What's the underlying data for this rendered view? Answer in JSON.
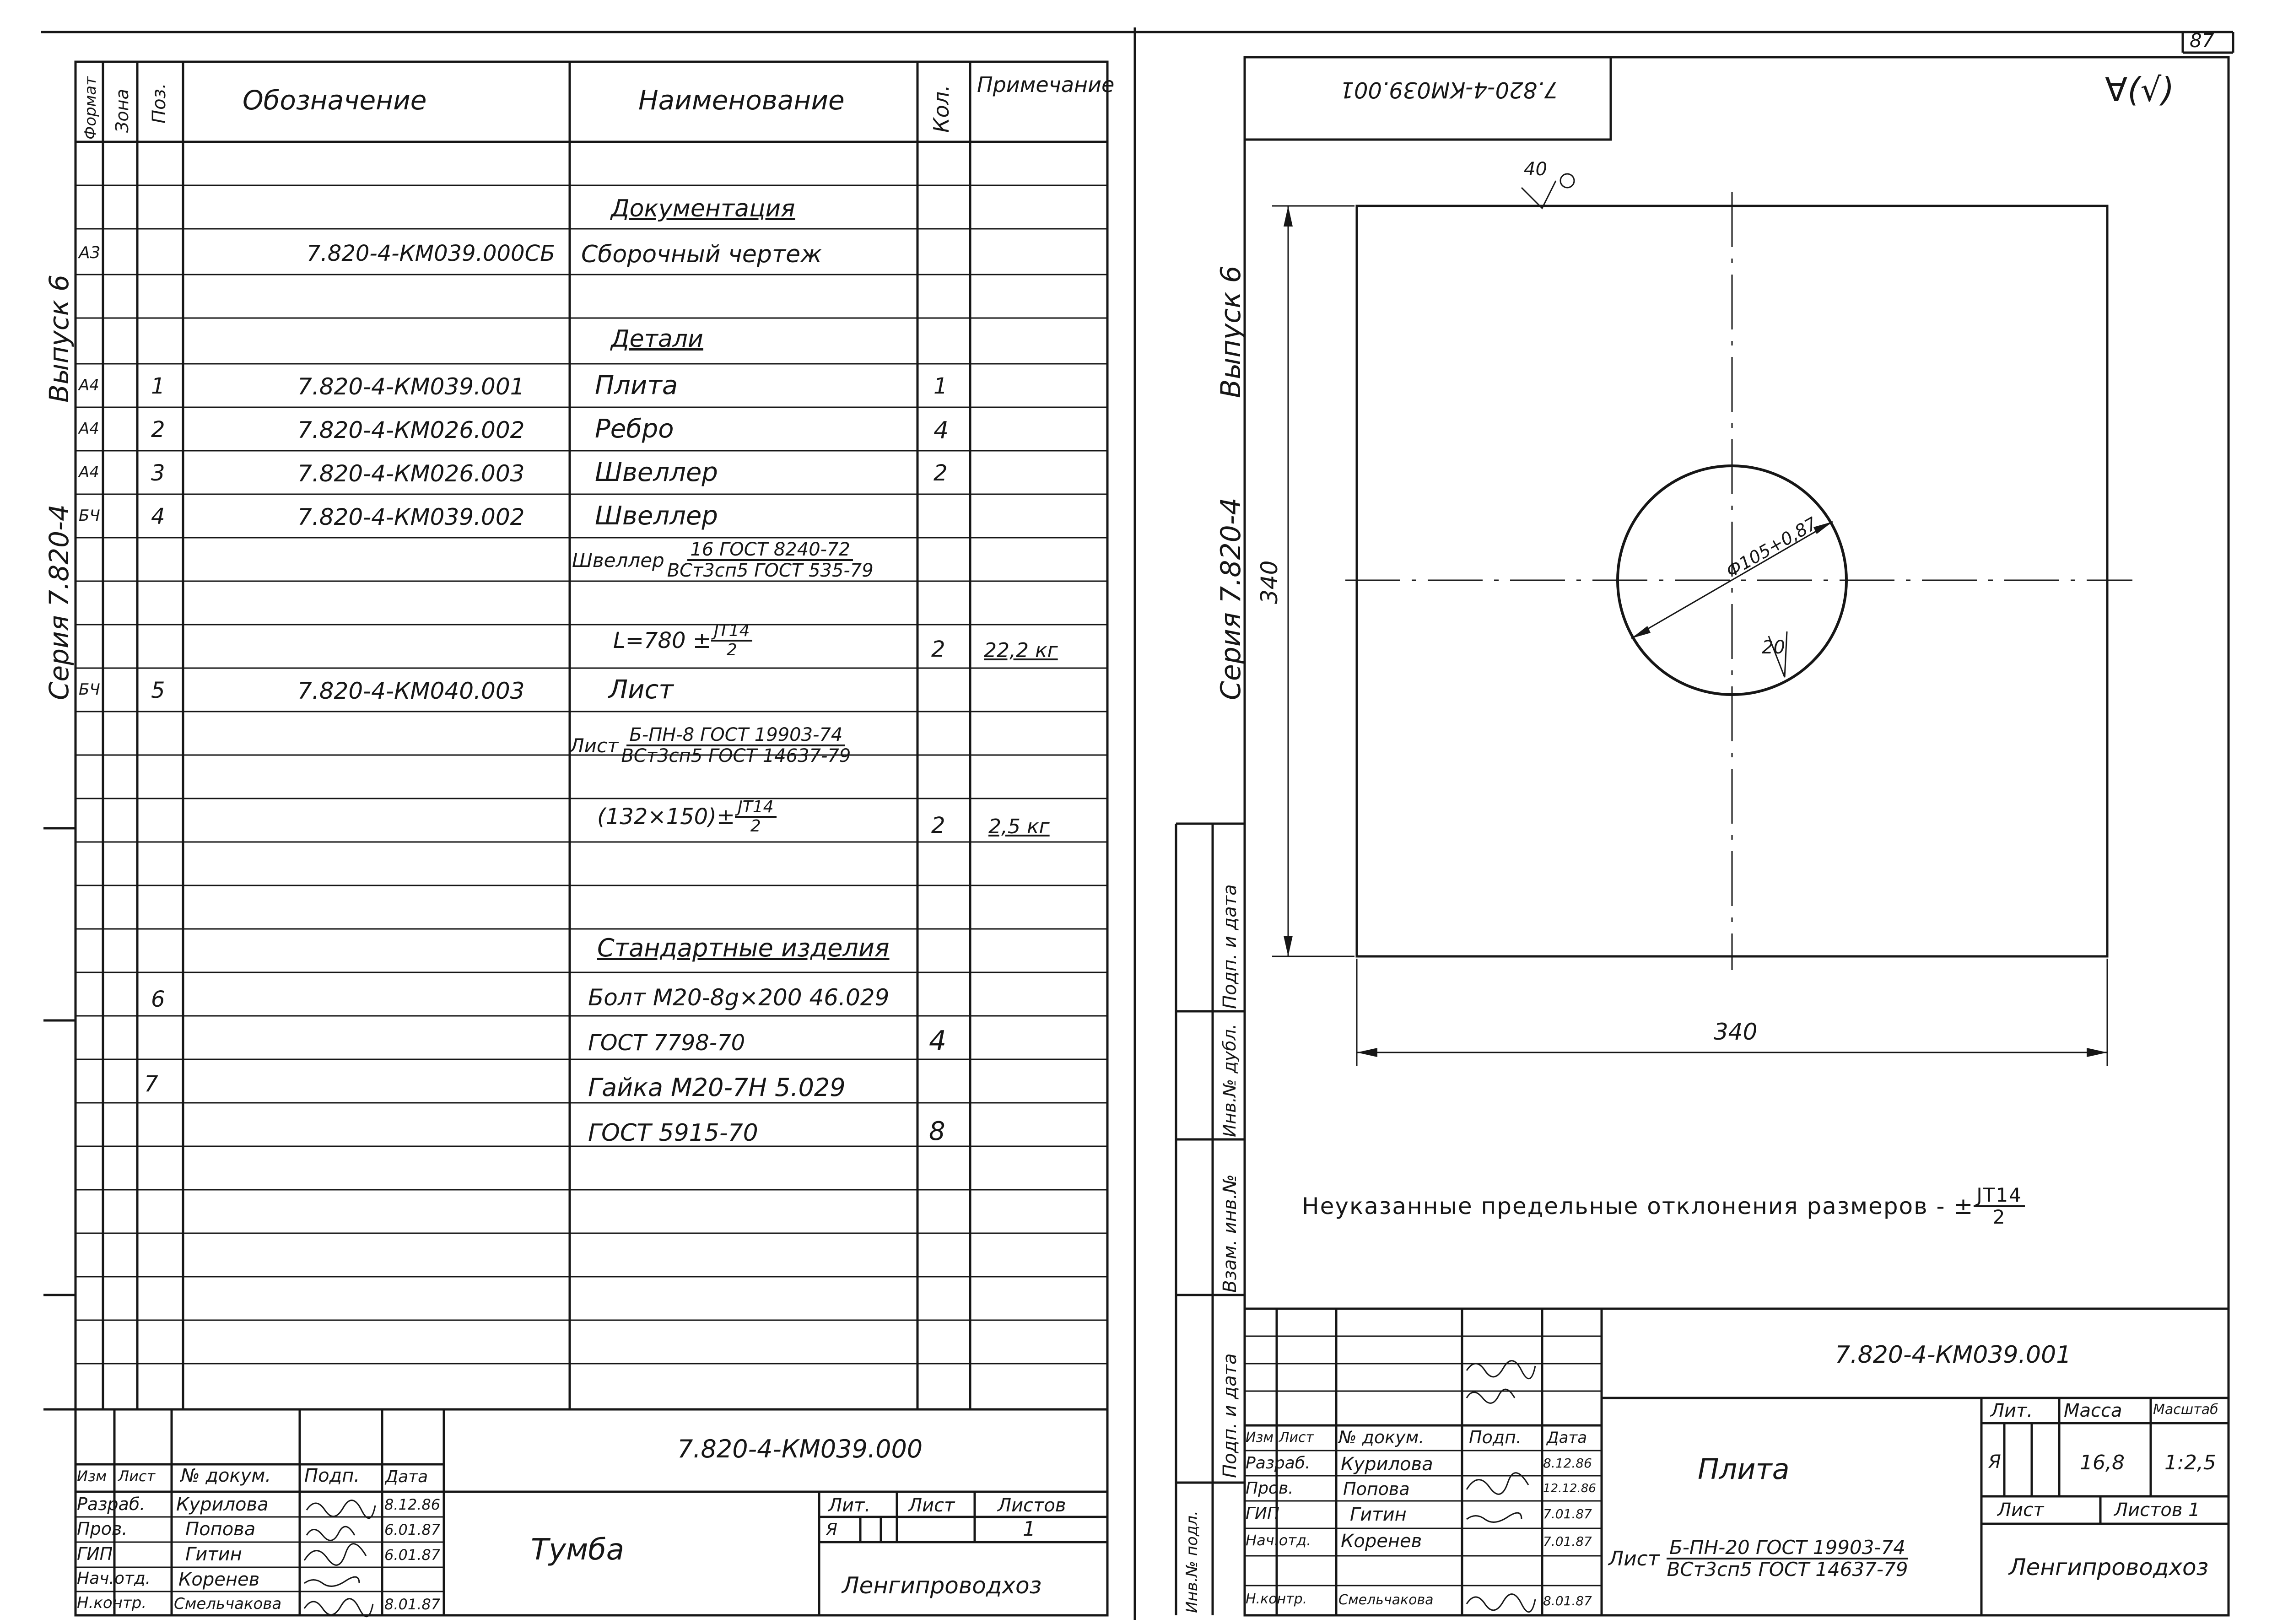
{
  "page_number": "87",
  "left_margin": {
    "series": "Серия 7.820-4",
    "issue": "Выпуск 6"
  },
  "spec": {
    "headers": {
      "format": "Формат",
      "zone": "Зона",
      "pos": "Поз.",
      "designation": "Обозначение",
      "name": "Наименование",
      "qty": "Кол.",
      "note": "Примечание"
    },
    "rows": [
      {
        "format": "",
        "pos": "",
        "designation": "",
        "name": "Документация",
        "qty": "",
        "note": "",
        "heading": true
      },
      {
        "format": "А3",
        "pos": "",
        "designation": "7.820-4-КМ039.000СБ",
        "name": "Сборочный чертеж",
        "qty": "",
        "note": ""
      },
      {
        "format": "",
        "pos": "",
        "designation": "",
        "name": "Детали",
        "qty": "",
        "note": "",
        "heading": true
      },
      {
        "format": "А4",
        "pos": "1",
        "designation": "7.820-4-КМ039.001",
        "name": "Плита",
        "qty": "1",
        "note": ""
      },
      {
        "format": "А4",
        "pos": "2",
        "designation": "7.820-4-КМ026.002",
        "name": "Ребро",
        "qty": "4",
        "note": ""
      },
      {
        "format": "А4",
        "pos": "3",
        "designation": "7.820-4-КМ026.003",
        "name": "Швеллер",
        "qty": "2",
        "note": ""
      },
      {
        "format": "БЧ",
        "pos": "4",
        "designation": "7.820-4-КМ039.002",
        "name": "Швеллер",
        "qty": "",
        "note": ""
      },
      {
        "format": "БЧ",
        "pos": "5",
        "designation": "7.820-4-КМ040.003",
        "name": "Лист",
        "qty": "",
        "note": ""
      },
      {
        "format": "",
        "pos": "",
        "designation": "",
        "name": "Стандартные изделия",
        "qty": "",
        "note": "",
        "heading": true
      },
      {
        "format": "",
        "pos": "6",
        "designation": "",
        "name": "Болт М20-8g×200 46.029",
        "qty": "",
        "note": ""
      },
      {
        "format": "",
        "pos": "",
        "designation": "",
        "name": "ГОСТ 7798-70",
        "qty": "4",
        "note": ""
      },
      {
        "format": "",
        "pos": "7",
        "designation": "",
        "name": "Гайка М20-7Н 5.029",
        "qty": "",
        "note": ""
      },
      {
        "format": "",
        "pos": "",
        "designation": "",
        "name": "ГОСТ 5915-70",
        "qty": "8",
        "note": ""
      }
    ],
    "channel_material": {
      "prefix": "Швеллер",
      "numerator": "16 ГОСТ 8240-72",
      "denominator": "ВСт3сп5 ГОСТ 535-79"
    },
    "channel_length": {
      "text": "L=780 ±",
      "num": "JT14",
      "den": "2",
      "qty": "2",
      "note": "22,2 кг"
    },
    "sheet_material": {
      "prefix": "Лист",
      "numerator": "Б-ПН-8 ГОСТ 19903-74",
      "denominator": "ВСт3сп5 ГОСТ 14637-79"
    },
    "sheet_size": {
      "text": "(132×150)±",
      "num": "JT14",
      "den": "2",
      "qty": "2",
      "note": "2,5 кг"
    },
    "title_block": {
      "code": "7.820-4-КМ039.000",
      "name": "Тумба",
      "org": "Ленгипроводхоз",
      "lit_label": "Лит.",
      "sheet_label": "Лист",
      "sheets_label": "Листов",
      "lit": "Я",
      "sheets": "1",
      "headers": [
        "Изм",
        "Лист",
        "№ докум.",
        "Подп.",
        "Дата"
      ],
      "people": [
        {
          "role": "Разраб.",
          "name": "Курилова",
          "date": "8.12.86"
        },
        {
          "role": "Пров.",
          "name": "Попова",
          "date": "6.01.87"
        },
        {
          "role": "ГИП",
          "name": "Гитин",
          "date": "6.01.87"
        },
        {
          "role": "Нач.отд.",
          "name": "Коренев",
          "date": ""
        },
        {
          "role": "Н.контр.",
          "name": "Смельчакова",
          "date": "8.01.87"
        }
      ]
    }
  },
  "right_margin": {
    "series": "Серия 7.820-4",
    "issue": "Выпуск 6",
    "stamps": [
      "Инв.№ подл.",
      "Подп. и дата",
      "Взам. инв.№",
      "Инв.№ дубл.",
      "Подп. и дата"
    ]
  },
  "drawing": {
    "corner_code": "7.820-4-КМ039.001",
    "roughness": "∀(√)",
    "dims": {
      "height": "340",
      "width": "340",
      "diameter": "Ф105+0,87",
      "edge_roughness": "40",
      "hole_roughness": "20"
    },
    "note": {
      "text": "Неуказанные предельные отклонения размеров - ±",
      "num": "JT14",
      "den": "2"
    },
    "title_block": {
      "code": "7.820-4-КМ039.001",
      "name": "Плита",
      "org": "Ленгипроводхоз",
      "lit_label": "Лит.",
      "mass_label": "Масса",
      "scale_label": "Масштаб",
      "lit": "Я",
      "mass": "16,8",
      "scale": "1:2,5",
      "sheet_label": "Лист",
      "sheets_label": "Листов 1",
      "material_prefix": "Лист",
      "material_num": "Б-ПН-20 ГОСТ 19903-74",
      "material_den": "ВСт3сп5 ГОСТ 14637-79",
      "headers": [
        "Изм",
        "Лист",
        "№ докум.",
        "Подп.",
        "Дата"
      ],
      "people": [
        {
          "role": "Разраб.",
          "name": "Курилова",
          "date": "8.12.86"
        },
        {
          "role": "Пров.",
          "name": "Попова",
          "date": "12.12.86"
        },
        {
          "role": "ГИП",
          "name": "Гитин",
          "date": "7.01.87"
        },
        {
          "role": "Нач.отд.",
          "name": "Коренев",
          "date": "7.01.87"
        },
        {
          "role": "Н.контр.",
          "name": "Смельчакова",
          "date": "8.01.87"
        }
      ]
    }
  }
}
